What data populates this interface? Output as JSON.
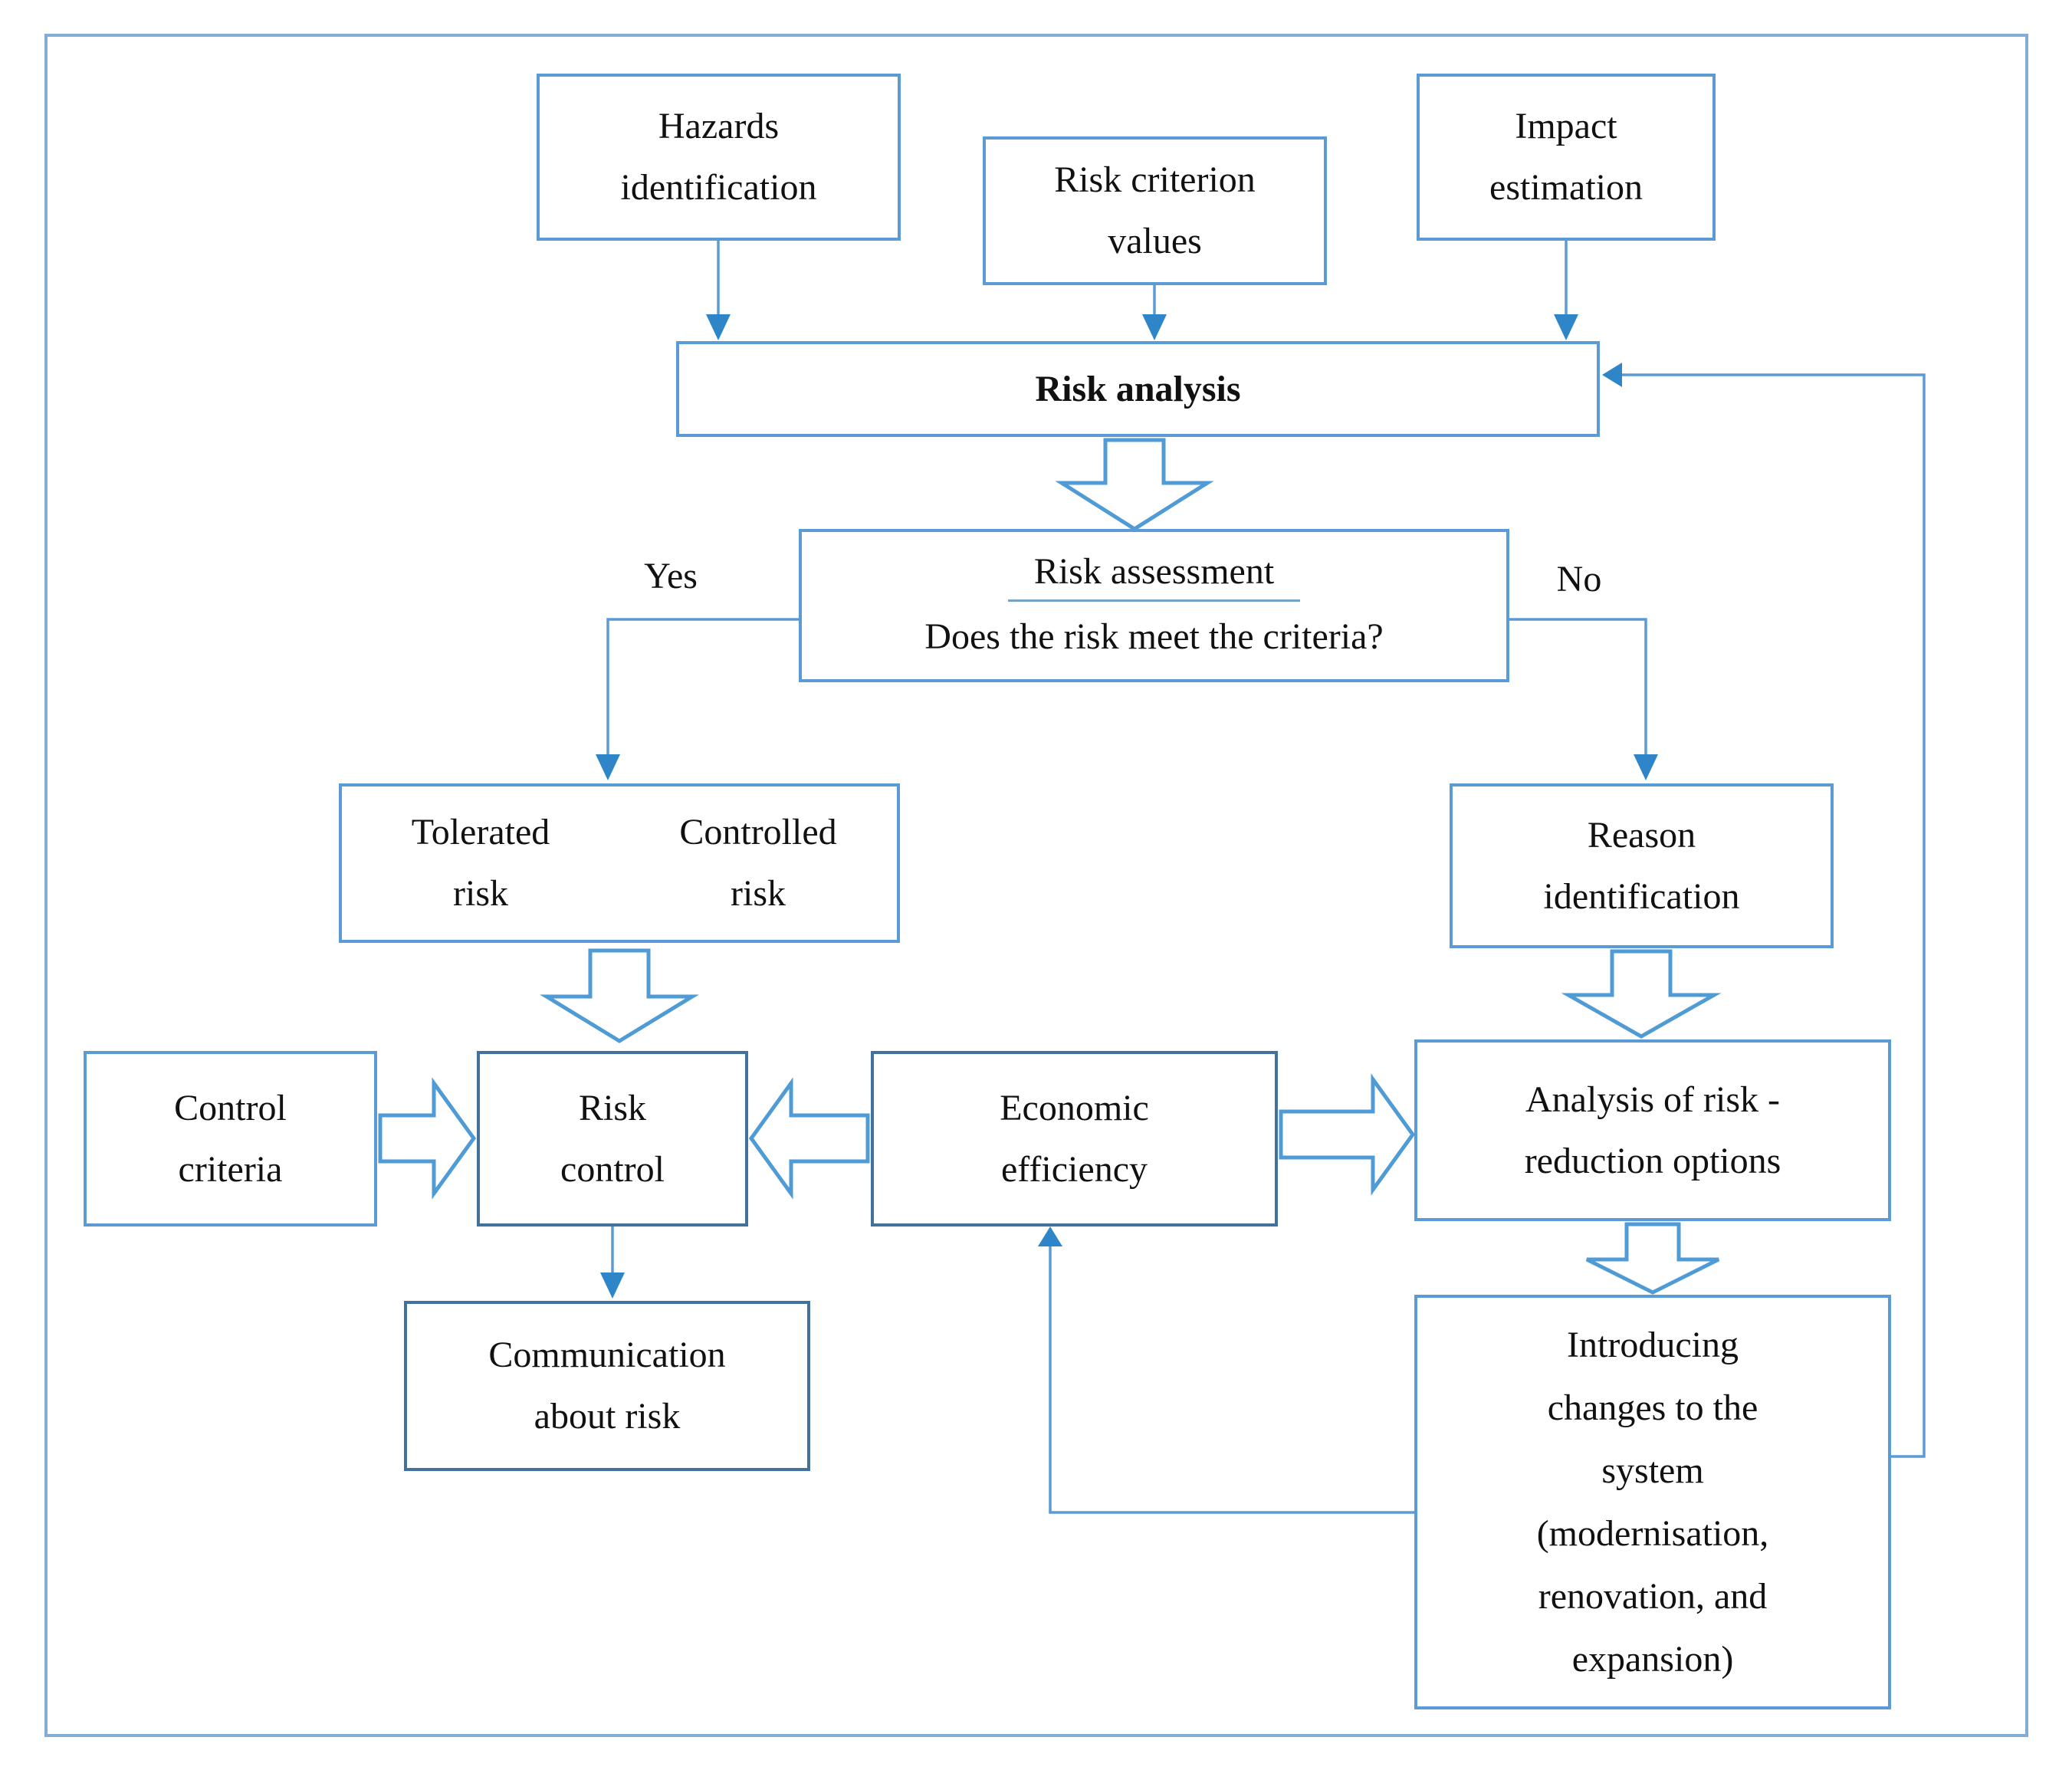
{
  "nodes": {
    "hazards_identification": {
      "lines": [
        "Hazards",
        "identification"
      ]
    },
    "risk_criterion_values": {
      "lines": [
        "Risk criterion",
        "values"
      ]
    },
    "impact_estimation": {
      "lines": [
        "Impact",
        "estimation"
      ]
    },
    "risk_analysis": {
      "label": "Risk analysis"
    },
    "risk_assessment": {
      "title": "Risk assessment",
      "question": "Does the risk meet the criteria?"
    },
    "tolerated_risk": {
      "lines": [
        "Tolerated",
        "risk"
      ]
    },
    "controlled_risk": {
      "lines": [
        "Controlled",
        "risk"
      ]
    },
    "reason_identification": {
      "lines": [
        "Reason",
        "identification"
      ]
    },
    "control_criteria": {
      "lines": [
        "Control",
        "criteria"
      ]
    },
    "risk_control": {
      "lines": [
        "Risk",
        "control"
      ]
    },
    "economic_efficiency": {
      "lines": [
        "Economic",
        "efficiency"
      ]
    },
    "analysis_of_risk_reduction_options": {
      "lines": [
        "Analysis of risk -",
        "reduction options"
      ]
    },
    "communication_about_risk": {
      "lines": [
        "Communication",
        "about risk"
      ]
    },
    "introducing_changes": {
      "lines": [
        "Introducing",
        "changes to the",
        "system",
        "(modernisation,",
        "renovation, and",
        "expansion)"
      ]
    }
  },
  "branch_labels": {
    "yes": "Yes",
    "no": "No"
  },
  "colors": {
    "box_border": "#5b9bd5",
    "box_border_dark": "#41719c",
    "outer_border": "#82aed6",
    "thin_arrow_line": "#5b9bd5",
    "arrow_head": "#2e86c8",
    "block_arrow_outline": "#4f9bd5",
    "text": "#111111",
    "background": "#ffffff"
  }
}
